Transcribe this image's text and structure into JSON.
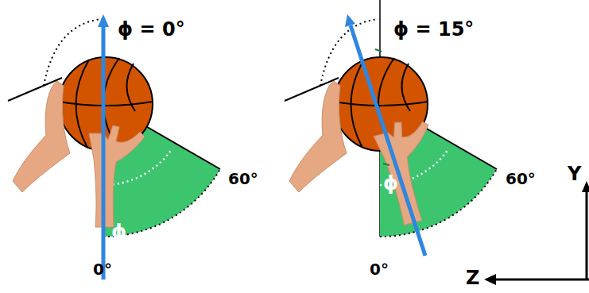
{
  "diagram": {
    "labels": [
      "ϕ = 0°",
      "ϕ",
      "60°",
      "0°",
      "ϕ = 15°",
      "ϕ",
      "60°",
      "0°",
      "Z",
      "Y"
    ]
  }
}
